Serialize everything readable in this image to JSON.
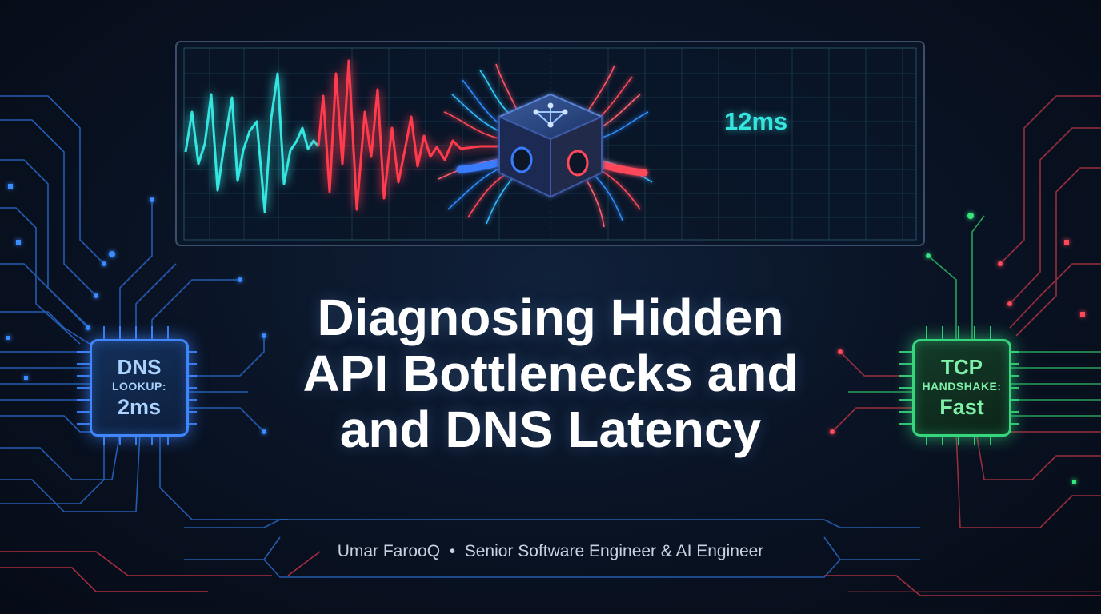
{
  "title": {
    "line1": "Diagnosing Hidden",
    "line2": "API Bottlenecks and",
    "line3": "and DNS Latency"
  },
  "monitor": {
    "latency_label": "12ms"
  },
  "chips": {
    "dns": {
      "line1": "DNS",
      "line2": "LOOKUP:",
      "value": "2ms"
    },
    "tcp": {
      "line1": "TCP",
      "line2": "HANDSHAKE:",
      "value": "Fast"
    }
  },
  "byline": {
    "text": "Umar FarooQ  •  Senior Software Engineer & AI Engineer"
  },
  "colors": {
    "accent_cyan": "#35e6e0",
    "accent_red": "#ff3b4e",
    "accent_blue": "#3f86ff",
    "accent_green": "#35d67e"
  },
  "icons": {
    "hub": "network-node-cube-icon"
  }
}
